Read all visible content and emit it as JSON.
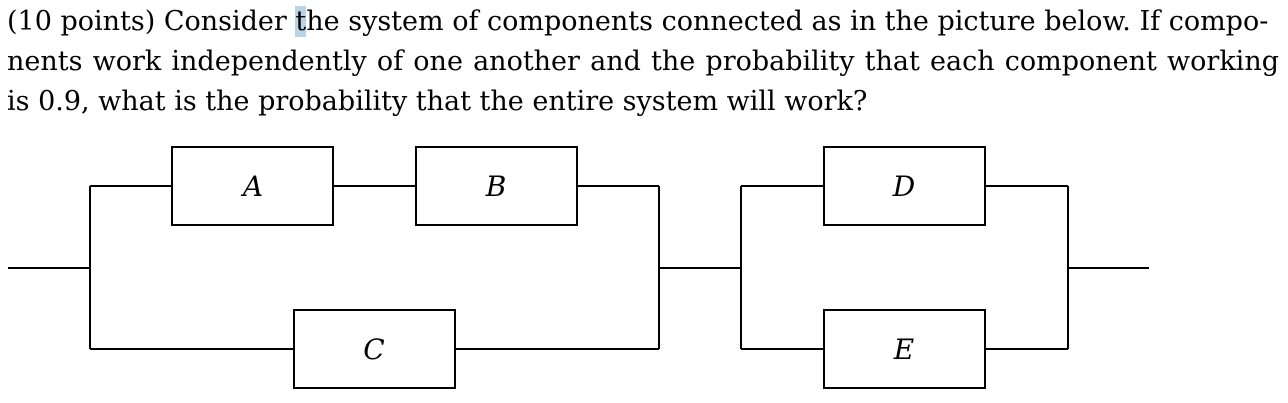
{
  "problem": {
    "line1_a": "(10 points) Consider ",
    "line1_hl": "t",
    "line1_b": "he system of components connected as in the picture below. If compo-",
    "line2": "nents work independently of one another and the probability that each component working",
    "line3": "is 0.9, what is the probability that the entire system will work?"
  },
  "diagram": {
    "components": {
      "A": "A",
      "B": "B",
      "C": "C",
      "D": "D",
      "E": "E"
    }
  },
  "colors": {
    "highlight": "#b9d4e6",
    "ink": "#000000"
  }
}
